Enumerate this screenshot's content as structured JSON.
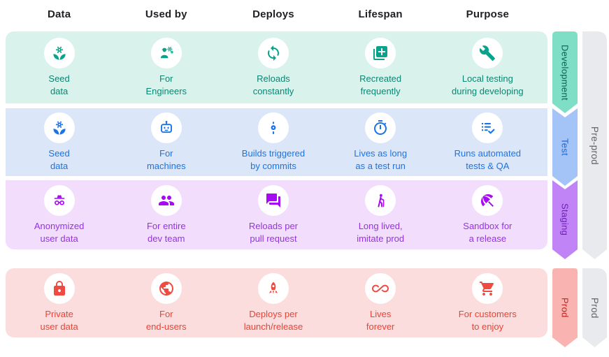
{
  "columns": [
    "Data",
    "Used by",
    "Deploys",
    "Lifespan",
    "Purpose"
  ],
  "rows": [
    {
      "name": "Development",
      "group": "Pre-prod",
      "cells": [
        {
          "icon": "seed-flower-icon",
          "label": "Seed\ndata"
        },
        {
          "icon": "engineer-person-icon",
          "label": "For\nEngineers"
        },
        {
          "icon": "sync-arrows-icon",
          "label": "Reloads\nconstantly"
        },
        {
          "icon": "library-add-icon",
          "label": "Recreated\nfrequently"
        },
        {
          "icon": "wrench-icon",
          "label": "Local testing\nduring developing"
        }
      ]
    },
    {
      "name": "Test",
      "group": "Pre-prod",
      "cells": [
        {
          "icon": "seed-flower-icon",
          "label": "Seed\ndata"
        },
        {
          "icon": "robot-icon",
          "label": "For\nmachines"
        },
        {
          "icon": "commit-icon",
          "label": "Builds triggered\nby commits"
        },
        {
          "icon": "timer-icon",
          "label": "Lives as long\nas a test run"
        },
        {
          "icon": "checklist-icon",
          "label": "Runs automated\ntests & QA"
        }
      ]
    },
    {
      "name": "Staging",
      "group": "Pre-prod",
      "cells": [
        {
          "icon": "incognito-icon",
          "label": "Anonymized\nuser data"
        },
        {
          "icon": "group-people-icon",
          "label": "For entire\ndev team"
        },
        {
          "icon": "forum-chat-icon",
          "label": "Reloads per\npull request"
        },
        {
          "icon": "elderly-walker-icon",
          "label": "Long lived,\nimitate prod"
        },
        {
          "icon": "beach-umbrella-icon",
          "label": "Sandbox for\na release"
        }
      ]
    },
    {
      "name": "Prod",
      "group": "Prod",
      "cells": [
        {
          "icon": "lock-icon",
          "label": "Private\nuser data"
        },
        {
          "icon": "globe-icon",
          "label": "For\nend-users"
        },
        {
          "icon": "rocket-launch-icon",
          "label": "Deploys per\nlaunch/release"
        },
        {
          "icon": "infinity-icon",
          "label": "Lives\nforever"
        },
        {
          "icon": "shopping-cart-icon",
          "label": "For customers\nto enjoy"
        }
      ]
    }
  ],
  "groups": [
    {
      "label": "Pre-prod"
    },
    {
      "label": "Prod"
    }
  ],
  "palette": {
    "dev_row_bg": "#d9f2ec",
    "dev_text": "#0d8573",
    "dev_ribbon": "#7edfc6",
    "dev_ribbon_text": "#0b5e4f",
    "test_row_bg": "#dbe7f9",
    "test_text": "#1a73e8",
    "test_ribbon": "#a4c4f8",
    "test_ribbon_text": "#1967d2",
    "staging_row_bg": "#f2defc",
    "staging_text": "#9431e6",
    "staging_ribbon": "#c184f6",
    "staging_ribbon_text": "#6d1fb8",
    "prod_row_bg": "#fcdddd",
    "prod_text": "#e94335",
    "prod_ribbon": "#f9b4b1",
    "prod_ribbon_text": "#c0241d",
    "group_ribbon": "#e8eaed",
    "group_ribbon_text": "#5f6368",
    "header_text": "#202124"
  }
}
